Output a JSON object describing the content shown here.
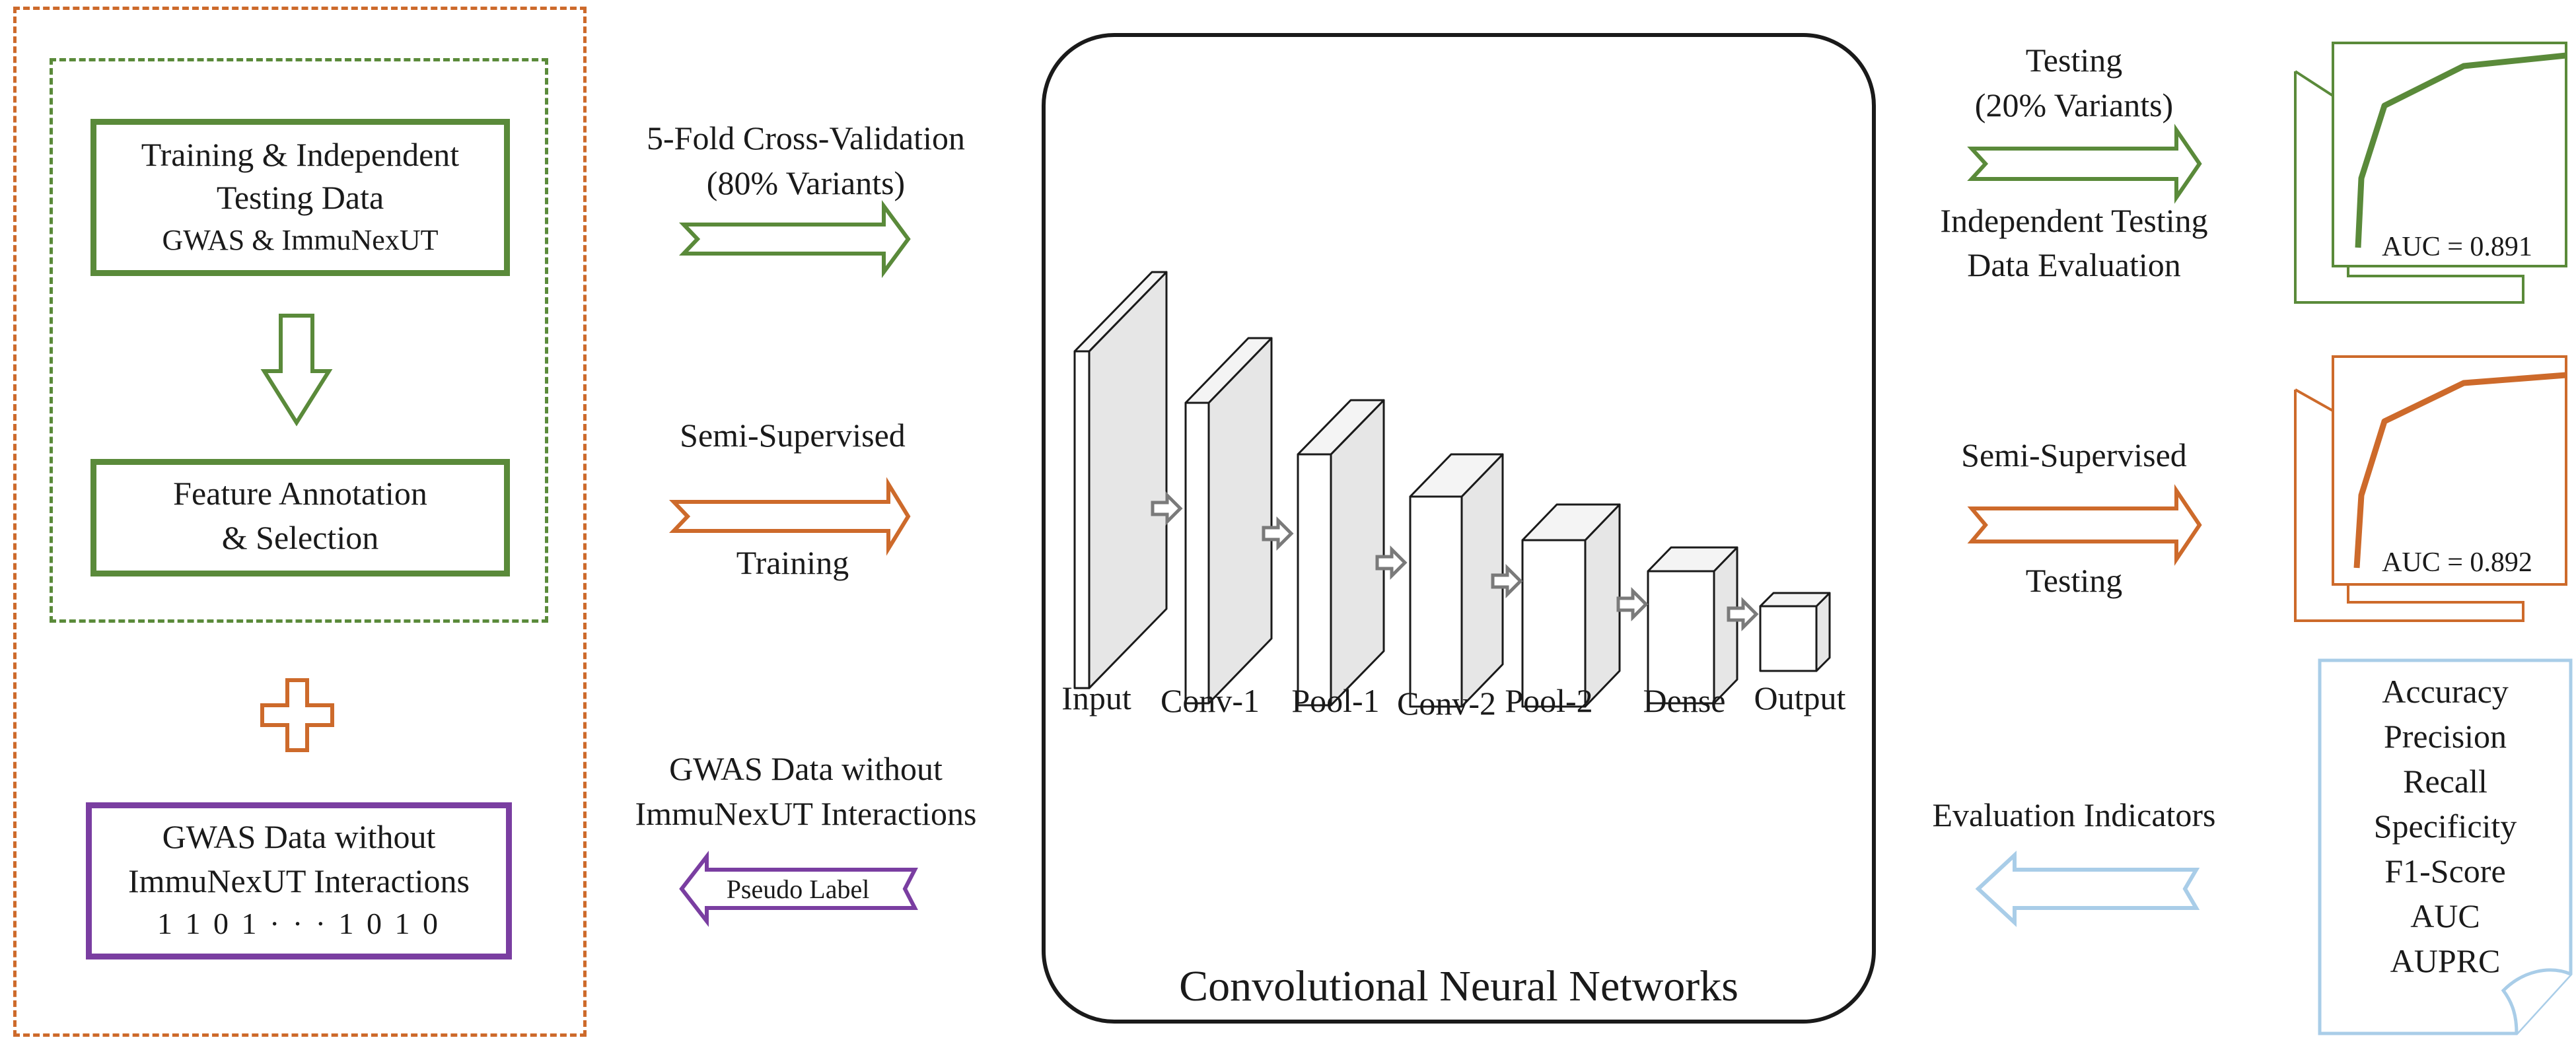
{
  "left_panel": {
    "training_box": {
      "line1": "Training & Independent",
      "line2": "Testing Data",
      "line3": "GWAS & ImmuNexUT"
    },
    "feature_box": {
      "line1": "Feature Annotation",
      "line2": "& Selection"
    },
    "gwas_box": {
      "line1": "GWAS Data without",
      "line2": "ImmuNexUT Interactions",
      "bits": "1 1 0 1 · · · 1 0 1 0"
    }
  },
  "middle_arrows": {
    "cv": {
      "line1": "5-Fold Cross-Validation",
      "line2": "(80% Variants)"
    },
    "semi": {
      "top": "Semi-Supervised",
      "bottom": "Training"
    },
    "pseudo": {
      "line1": "GWAS Data without",
      "line2": "ImmuNexUT Interactions",
      "arrow_label": "Pseudo Label"
    }
  },
  "cnn": {
    "title": "Convolutional Neural Networks",
    "layers": [
      "Input",
      "Conv-1",
      "Pool-1",
      "Conv-2",
      "Pool-2",
      "Dense",
      "Output"
    ]
  },
  "right_arrows": {
    "testing": {
      "line1": "Testing",
      "line2": "(20% Variants)",
      "below1": "Independent Testing",
      "below2": "Data Evaluation"
    },
    "semi_test": {
      "top": "Semi-Supervised",
      "bottom": "Testing"
    },
    "eval": {
      "label": "Evaluation Indicators"
    }
  },
  "results": {
    "auc_green": "AUC = 0.891",
    "auc_orange": "AUC = 0.892",
    "metrics": [
      "Accuracy",
      "Precision",
      "Recall",
      "Specificity",
      "F1-Score",
      "AUC",
      "AUPRC"
    ]
  },
  "colors": {
    "orange": "#cd6a2b",
    "green": "#5a8a3a",
    "purple": "#7a3ea1",
    "blue": "#a9cde8",
    "black": "#1a1a1a"
  }
}
